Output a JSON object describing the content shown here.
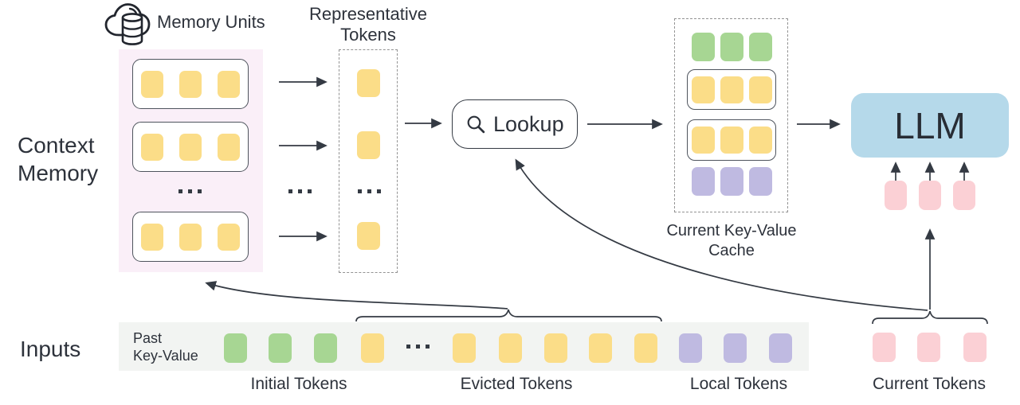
{
  "colors": {
    "ink": "#343a43",
    "ink-text": "#2d323b",
    "yellow": "#fbdd88",
    "green": "#a7d693",
    "purple": "#bfbae1",
    "pink": "#fbd0d5",
    "blue": "#b5d9ea",
    "memory-bg": "#faeff8",
    "strip-bg": "#f2f4f2",
    "box-border": "#4e545d",
    "dash": "#939393"
  },
  "context_memory": {
    "title_line1": "Context",
    "title_line2": "Memory",
    "memory_units_label": "Memory Units",
    "unit_rows": 3,
    "tokens_per_unit": 3,
    "ellipsis": "..."
  },
  "representative": {
    "label_line1": "Representative",
    "label_line2": "Tokens",
    "tokens_shown": 3,
    "ellipsis": "..."
  },
  "lookup": {
    "label": "Lookup"
  },
  "cache": {
    "label_line1": "Current Key-Value",
    "label_line2": "Cache",
    "rows": [
      "initial-green",
      "unit-yellow",
      "unit-yellow",
      "local-purple"
    ]
  },
  "llm": {
    "label": "LLM"
  },
  "inputs": {
    "section_label": "Inputs",
    "past_kv_line1": "Past",
    "past_kv_line2": "Key-Value",
    "ellipsis": "...",
    "groups": [
      {
        "label": "Initial Tokens",
        "count": 3,
        "color_key": "green"
      },
      {
        "label": "Evicted Tokens",
        "count": 6,
        "color_key": "yellow"
      },
      {
        "label": "Local Tokens",
        "count": 3,
        "color_key": "purple"
      },
      {
        "label": "Current Tokens",
        "count": 3,
        "color_key": "pink"
      }
    ]
  }
}
